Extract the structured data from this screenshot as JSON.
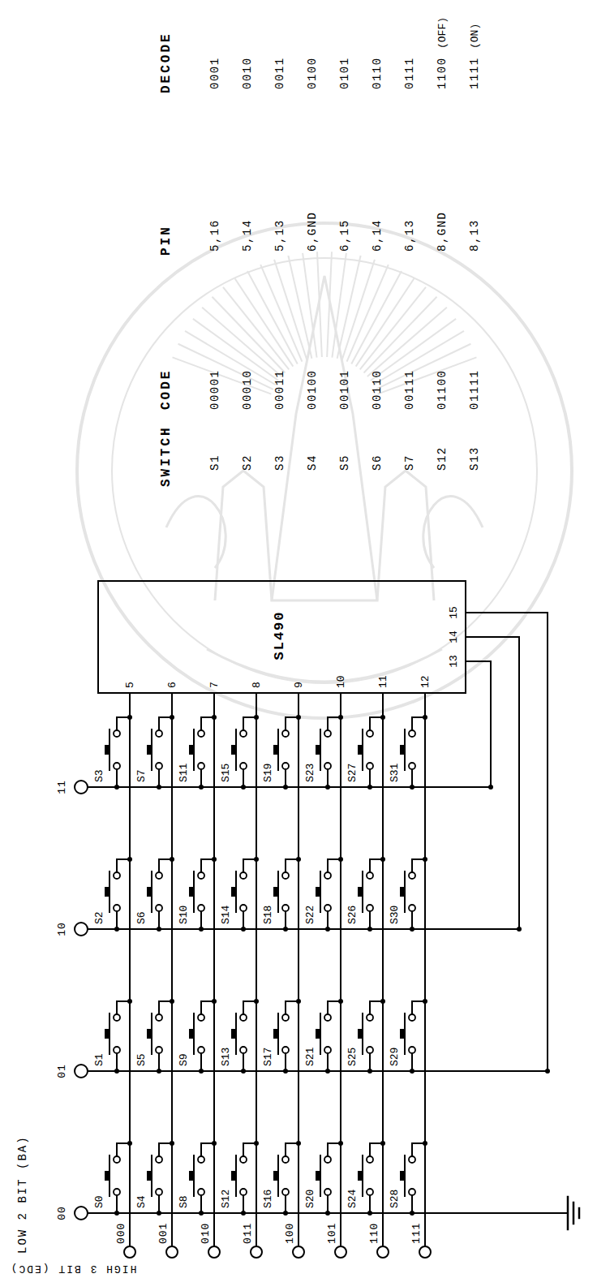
{
  "diagram": {
    "nodes": [
      {
        "text": [
          "SL490"
        ]
      }
    ],
    "labels": [
      "LOW 2 BIT (BA)",
      "HIGH 3 BIT (EDC)",
      "00",
      "01",
      "10",
      "11",
      "000",
      "001",
      "010",
      "011",
      "100",
      "101",
      "110",
      "111",
      "S0",
      "S1",
      "S2",
      "S3",
      "S4",
      "S5",
      "S6",
      "S7",
      "S8",
      "S9",
      "S10",
      "S11",
      "S12",
      "S13",
      "S14",
      "S15",
      "S16",
      "S17",
      "S18",
      "S19",
      "S20",
      "S21",
      "S22",
      "S23",
      "S24",
      "S25",
      "S26",
      "S27",
      "S28",
      "S29",
      "S30",
      "S31",
      "5",
      "6",
      "7",
      "8",
      "9",
      "10",
      "11",
      "12",
      "13",
      "14",
      "15",
      "SWITCH",
      "CODE",
      "PIN",
      "DECODE",
      "S1",
      "00001",
      "5,16",
      "0001",
      "S2",
      "00010",
      "5,14",
      "0010",
      "S3",
      "00011",
      "5,13",
      "0011",
      "S4",
      "00100",
      "6,GND",
      "0100",
      "S5",
      "00101",
      "6,15",
      "0101",
      "S6",
      "00110",
      "6,14",
      "0110",
      "S7",
      "00111",
      "6,13",
      "0111",
      "S12",
      "01100",
      "8,GND",
      "1100",
      "(OFF)",
      "S13",
      "01111",
      "8,13",
      "1111",
      "(ON)"
    ]
  }
}
